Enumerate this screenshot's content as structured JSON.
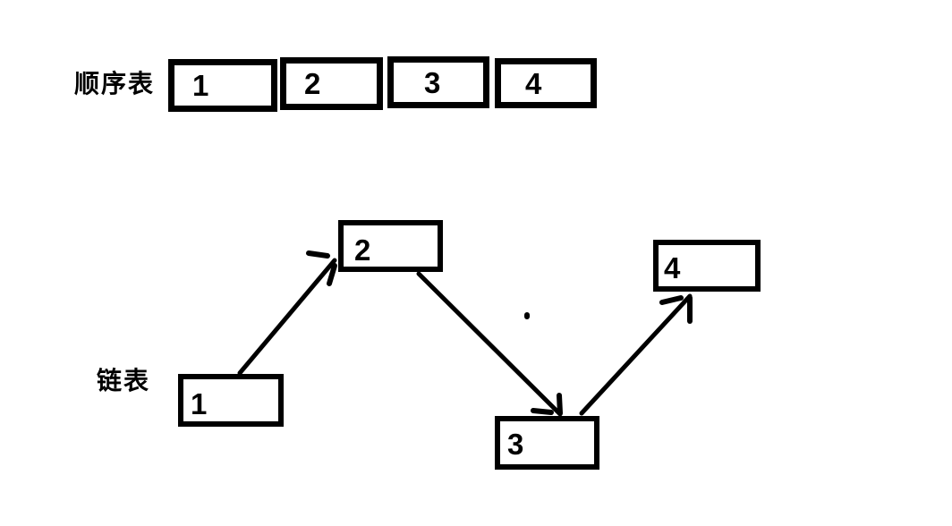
{
  "colors": {
    "ink": "#000000",
    "background": "#ffffff"
  },
  "sequential_list": {
    "label": "顺序表",
    "cells": [
      "1",
      "2",
      "3",
      "4"
    ]
  },
  "linked_list": {
    "label": "链表",
    "nodes": [
      {
        "value": "1"
      },
      {
        "value": "2"
      },
      {
        "value": "3"
      },
      {
        "value": "4"
      }
    ],
    "arrows": [
      {
        "from": "1",
        "to": "2"
      },
      {
        "from": "2",
        "to": "3"
      },
      {
        "from": "3",
        "to": "4"
      }
    ]
  }
}
